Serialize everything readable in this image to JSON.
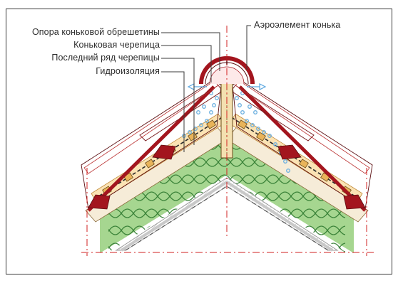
{
  "labels": {
    "ridge_batten_support": "Опора коньковой обрешетины",
    "ridge_tile": "Коньковая черепица",
    "last_tile_row": "Последний ряд черепицы",
    "waterproofing": "Гидроизоляция",
    "ridge_aero_element": "Аэроэлемент конька"
  },
  "colors": {
    "tile": "#a3151e",
    "tile_outline": "#5a0d10",
    "insulation": "#9fd28a",
    "insulation_pattern": "#2f7a2f",
    "batten": "#e9b45a",
    "rafter_fill": "#f7efe0",
    "membrane": "#2b6bb0",
    "leader": "#3a3a3a",
    "axis": "#d22020",
    "ventilation_dots": "#6cb0e0",
    "arrows": "#5aa6e0"
  }
}
